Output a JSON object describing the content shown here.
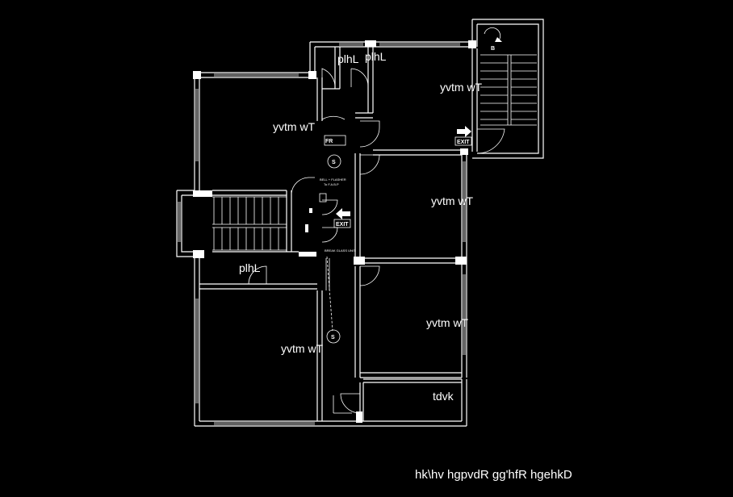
{
  "rooms": {
    "room_top_right": "yvtm wT",
    "room_top_left": "yvtm wT",
    "room_mid_right": "yvtm wT",
    "room_lower_right": "yvtm wT",
    "room_lower_left": "yvtm wT",
    "store": "tdvk",
    "toilet_1": "plhL",
    "toilet_2": "plhL",
    "toilet_3": "plhL"
  },
  "fire_systems": {
    "bell_flasher": "BELL + FLASHER",
    "bell_flasher_sub": "To F.A.B.P",
    "break_glass": "BREAK GLASS UNIT",
    "fire_rack": "FR",
    "smoke_symbol": "S",
    "smoke_symbol_2": "S"
  },
  "exits": {
    "exit_stair": "EXIT",
    "exit_main": "EXIT"
  },
  "stair_mark": "B",
  "caption": "hk\\hv hgpvdR gg'hfR hgehkD",
  "colors": {
    "background": "#000000",
    "lines": "#ffffff"
  }
}
